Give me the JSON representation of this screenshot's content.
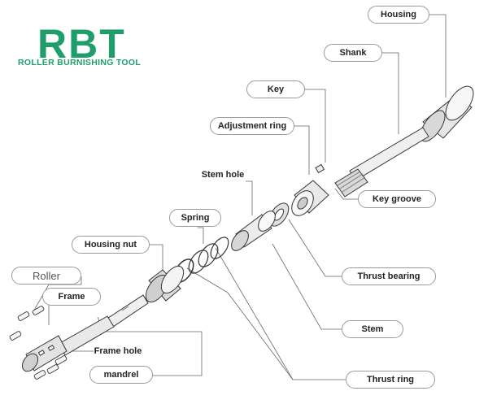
{
  "brand": {
    "logo_text": "RBT",
    "subtitle": "ROLLER BURNISHING TOOL",
    "color": "#1f9e6a"
  },
  "labels": {
    "housing": "Housing",
    "shank": "Shank",
    "key": "Key",
    "adjustment_ring": "Adjustment ring",
    "stem_hole": "Stem hole",
    "key_groove": "Key groove",
    "spring": "Spring",
    "housing_nut": "Housing nut",
    "thrust_bearing": "Thrust bearing",
    "roller": "Roller",
    "frame": "Frame",
    "stem": "Stem",
    "frame_hole": "Frame hole",
    "thrust_ring": "Thrust ring",
    "mandrel": "mandrel"
  },
  "colors": {
    "line": "#555555",
    "label_border": "#9a9a9a",
    "part_fill": "#f2f2f2",
    "part_stroke": "#333333"
  }
}
